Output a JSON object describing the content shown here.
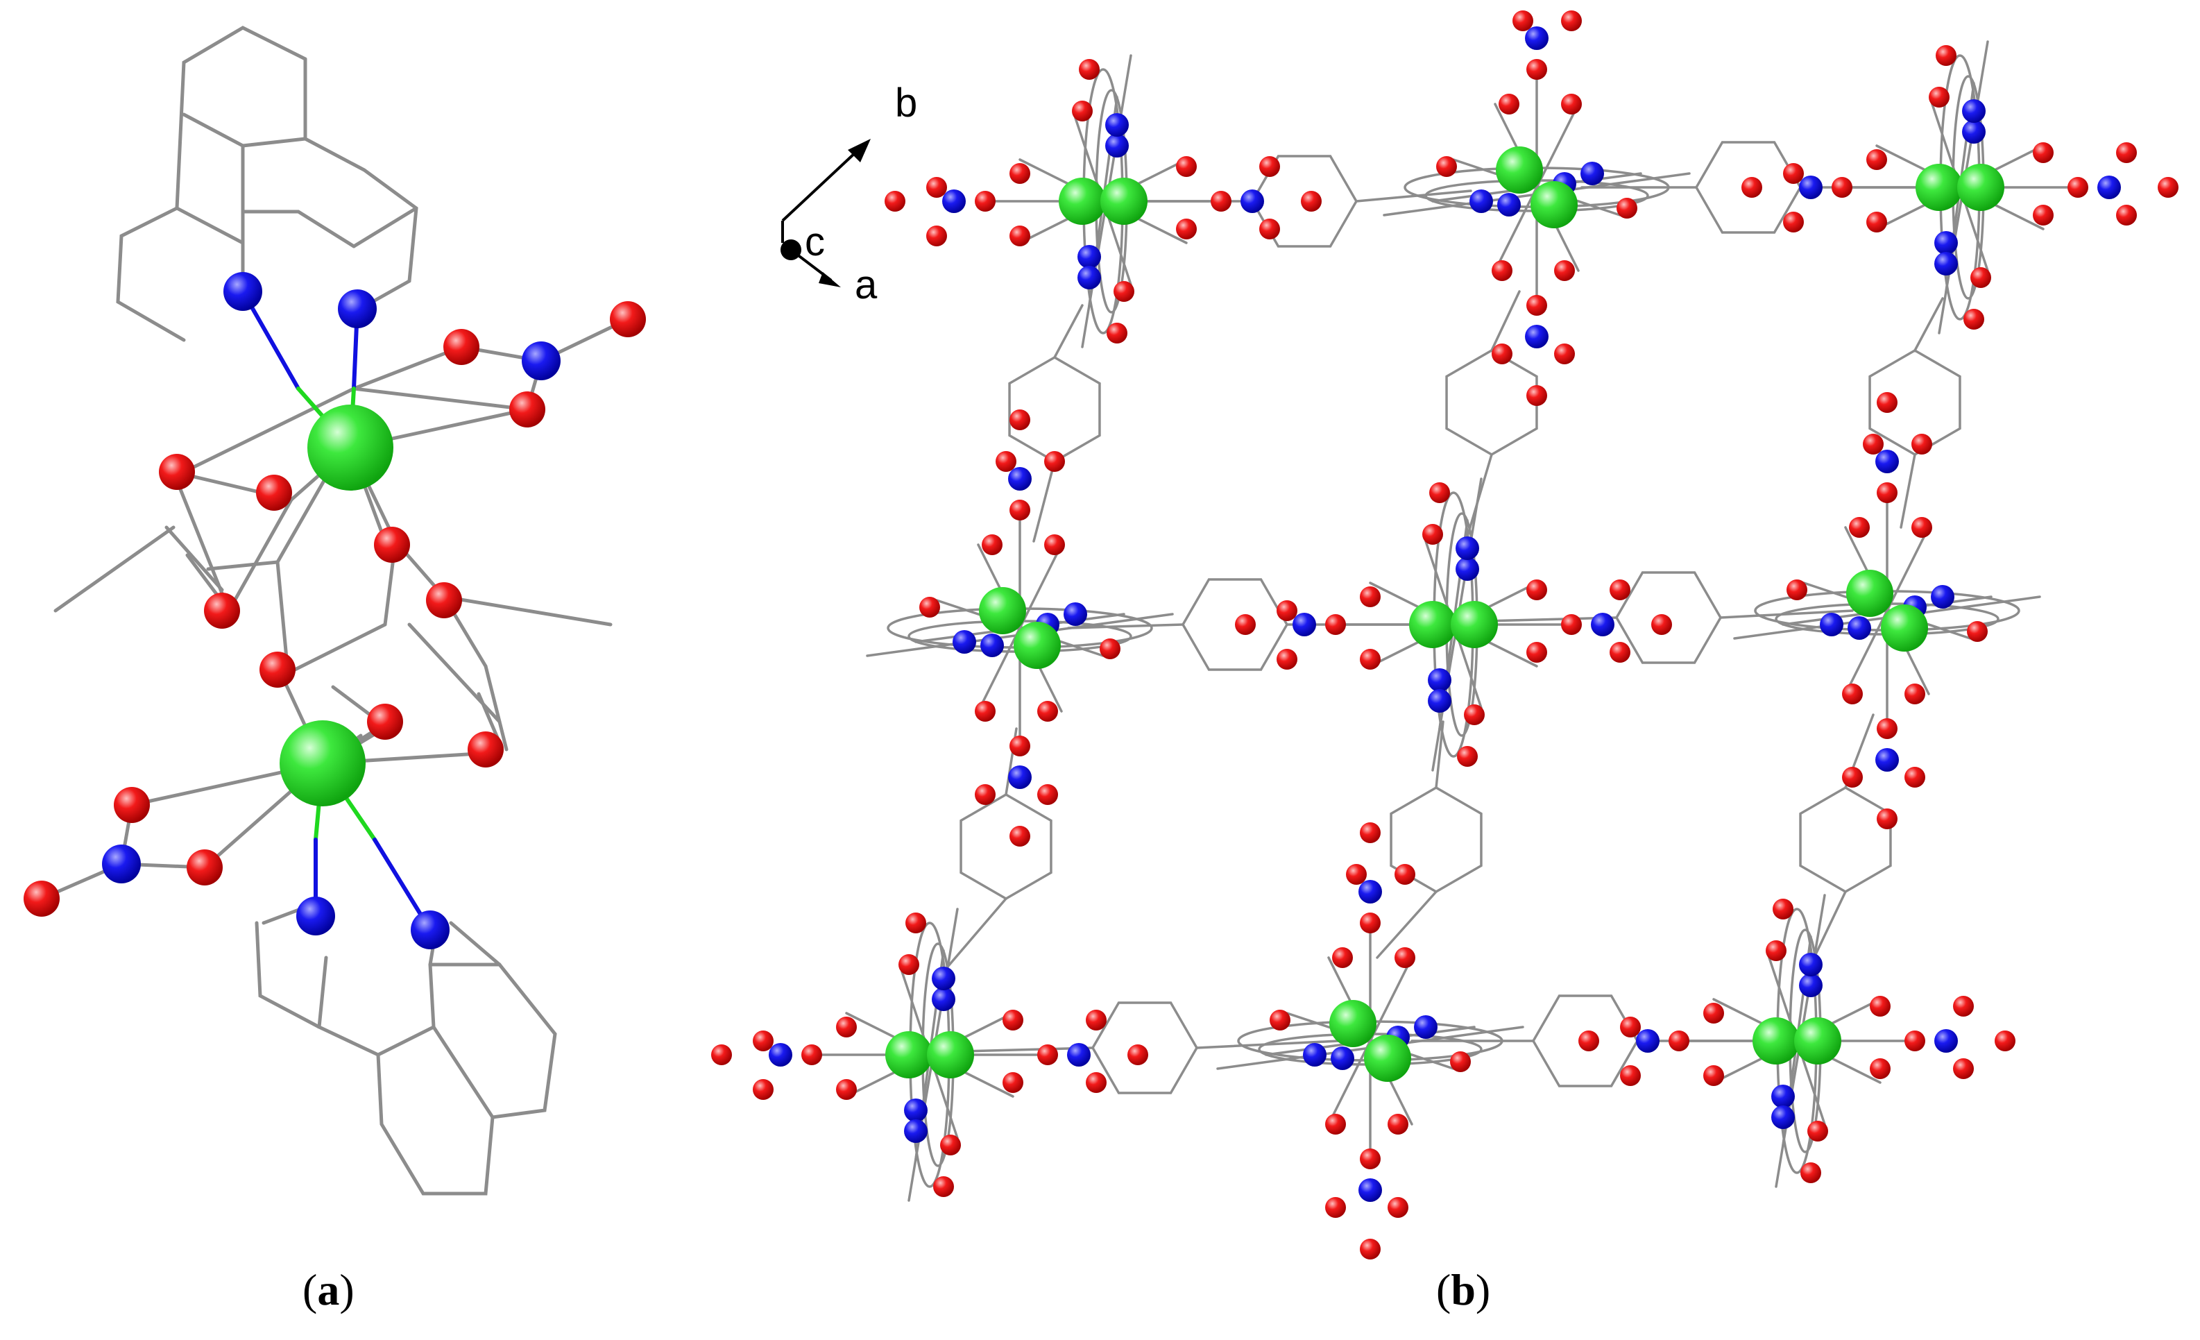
{
  "panels": {
    "a": {
      "caption_open": "(",
      "caption_letter": "a",
      "caption_close": ")"
    },
    "b": {
      "caption_open": "(",
      "caption_letter": "b",
      "caption_close": ")"
    }
  },
  "axes": {
    "b_label": "b",
    "c_label": "c",
    "a_label": "a"
  },
  "colors": {
    "metal": "#1fd81f",
    "metal_highlight": "#c8ffc8",
    "nitrogen": "#1010e0",
    "nitrogen_highlight": "#9a9aff",
    "oxygen": "#f01010",
    "oxygen_highlight": "#ffb0b0",
    "bond": "#8c8c8c"
  }
}
